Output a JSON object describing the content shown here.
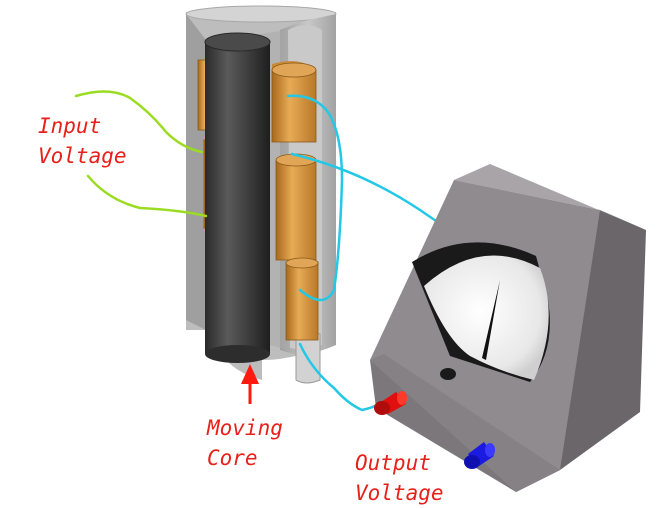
{
  "labels": {
    "input_voltage": {
      "line1": "Input",
      "line2": "Voltage"
    },
    "moving_core": {
      "line1": "Moving",
      "line2": "Core"
    },
    "output_voltage": {
      "line1": "Output",
      "line2": "Voltage"
    }
  },
  "colors": {
    "label_text": "#e8201a",
    "arrow": "#ff1a10",
    "housing": "#b8b8b8",
    "core": "#3c3c3c",
    "coil": "#d79a3e",
    "input_wire": "#9bdc22",
    "output_wire": "#22c8e6",
    "meter_case": "#8a8589",
    "terminal_red": "#e01010",
    "terminal_blue": "#1a1ae0"
  },
  "icons": {
    "core_arrow": "up-arrow-icon",
    "meter_needle": "needle-icon",
    "meter_knob": "knob-icon"
  }
}
